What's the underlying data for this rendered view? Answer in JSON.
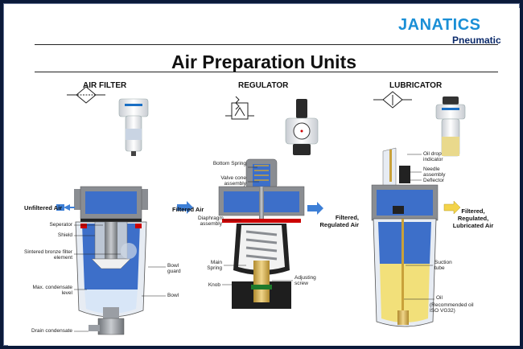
{
  "brand": {
    "name": "JANATICS",
    "subtitle": "Pneumatic"
  },
  "title": "Air Preparation Units",
  "sections": {
    "air_filter": {
      "heading": "AIR FILTER",
      "inlet": "Unfiltered Air",
      "labels": {
        "separator": "Seperator",
        "shield": "Shield",
        "sintered": "Sintered bronze filter element",
        "bowl_guard": "Bowl guard",
        "max_condensate": "Max. condensate level",
        "bowl": "Bowl",
        "drain": "Drain condensate"
      }
    },
    "regulator": {
      "heading": "REGULATOR",
      "inlet": "Filtered Air",
      "outlet": "Filtered, Regulated Air",
      "labels": {
        "bottom_spring": "Bottom Spring",
        "valve_cone": "Valve cone assembly",
        "diaphragm": "Diaphragm assembly",
        "main_spring": "Main Spring",
        "knob": "Knob",
        "adjusting_screw": "Adjusting screw"
      }
    },
    "lubricator": {
      "heading": "LUBRICATOR",
      "outlet": "Filtered, Regulated, Lubricated Air",
      "labels": {
        "oil_drop": "Oil drop indicator",
        "needle": "Needle assembly",
        "deflector": "Deflector",
        "suction": "Suction tube",
        "oil": "Oil",
        "oil_note": "(Recommended oil ISO VG32)"
      }
    }
  },
  "colors": {
    "brand": "#1a8fd6",
    "air": "#3d6fc9",
    "oil": "#f2e07a",
    "body": "#8a8d92",
    "dark": "#2b2b2b",
    "arrow_blue": "#3d7fd6",
    "arrow_yellow": "#f3d34a"
  }
}
